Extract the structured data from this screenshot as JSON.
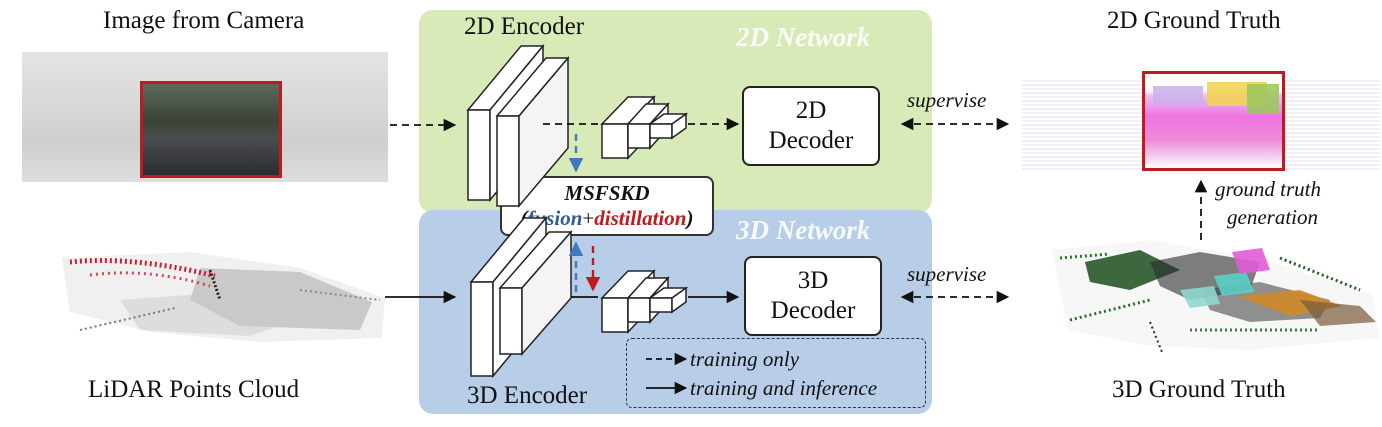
{
  "labels": {
    "image_from_camera": "Image from Camera",
    "lidar_points_cloud": "LiDAR Points Cloud",
    "gt_2d": "2D Ground Truth",
    "gt_3d": "3D Ground Truth",
    "encoder_2d": "2D Encoder",
    "encoder_3d": "3D Encoder",
    "network_2d": "2D Network",
    "network_3d": "3D Network"
  },
  "decoders": {
    "decoder_2d_line1": "2D",
    "decoder_2d_line2": "Decoder",
    "decoder_3d_line1": "3D",
    "decoder_3d_line2": "Decoder"
  },
  "msfskd": {
    "title": "MSFSKD",
    "open_paren": "(",
    "fusion": "fusion",
    "plus": "+",
    "distillation": "distillation",
    "close_paren": ")"
  },
  "arrows": {
    "supervise_top": "supervise",
    "supervise_bottom": "supervise",
    "gt_generation_line1": "ground truth",
    "gt_generation_line2": "generation"
  },
  "legend": {
    "training_only": "training only",
    "training_and_inference": "training and inference"
  },
  "colors": {
    "panel_2d": "#d9eab9",
    "panel_3d": "#b7cde8",
    "camera_frame": "#c0191e",
    "gt_frame": "#c0191e",
    "fusion_text": "#2f5d9a",
    "distillation_text": "#c0191e",
    "fusion_arrow": "#3f79bf",
    "distillation_arrow": "#c0191e"
  }
}
